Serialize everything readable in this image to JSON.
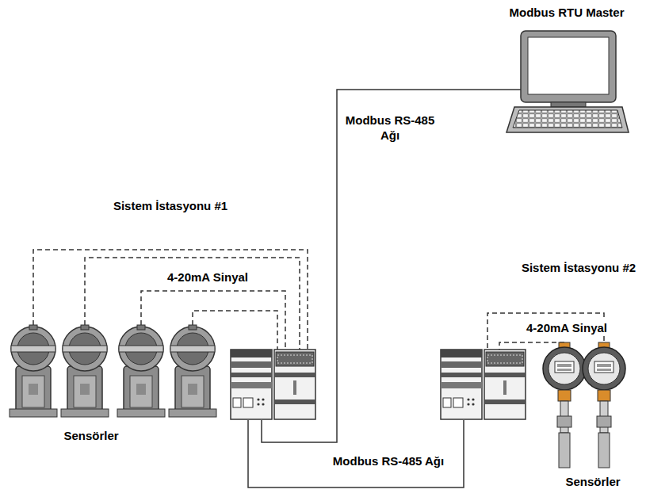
{
  "diagram": {
    "nodes": [
      {
        "text": [
          "Modbus RTU Master"
        ]
      },
      {
        "text": [
          "Sistem İstasyonu #1"
        ]
      },
      {
        "text": [
          "Sistem İstasyonu #2"
        ]
      }
    ],
    "edges": [
      {
        "from": 0,
        "to": 1,
        "label": "Modbus RS-485 Ağı",
        "arrow": "none"
      },
      {
        "from": 1,
        "to": 2,
        "label": "Modbus RS-485 Ağı",
        "arrow": "none"
      }
    ],
    "labels": [
      "4-20mA Sinyal",
      "Sensörler",
      "4-20mA Sinyal",
      "Sensörler"
    ]
  }
}
